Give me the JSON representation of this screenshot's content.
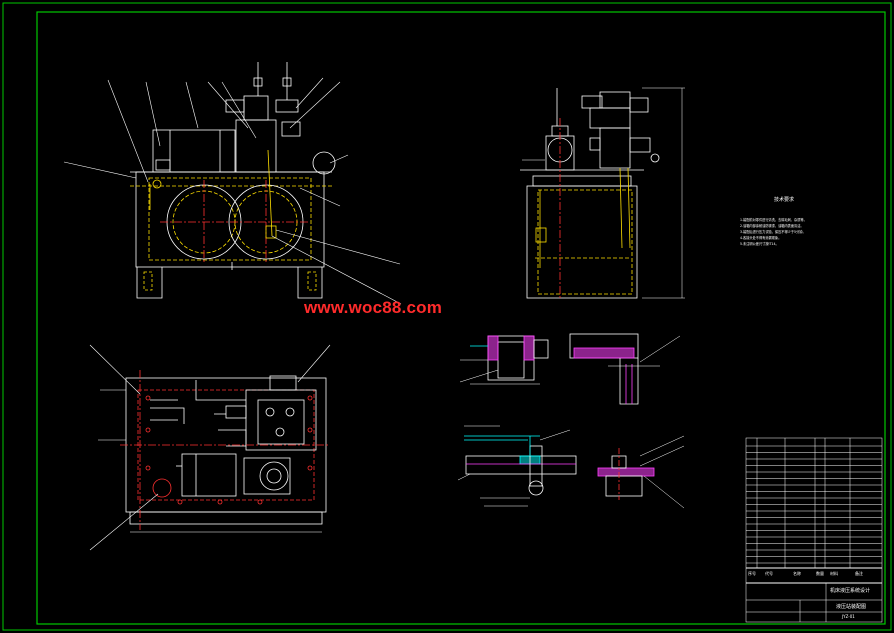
{
  "watermark": "www.woc88.com",
  "tech_notes": {
    "title": "技术要求",
    "lines": [
      "1.装配前对零件进行清洗，去除毛刺、杂质等。",
      "2.油箱内部涂耐油防锈漆，油箱内表面清洁。",
      "3.装配后进行压力试验，保压不得少于5分钟。",
      "4.各接头处不得有渗漏现象。",
      "5.未注明公差尺寸按IT14。"
    ]
  },
  "title_block": {
    "name": "液压站装配图",
    "project": "机床液压系统设计",
    "drawing_no": "JYZ-01",
    "header_cols": [
      "序号",
      "代号",
      "名称",
      "数量",
      "材料",
      "备注"
    ]
  },
  "colors": {
    "frame": "#00c800",
    "line": "#ffffff",
    "centerline": "#ff3030",
    "hidden": "#ffe000",
    "cyan": "#00ffff",
    "section": "#ff40ff"
  }
}
